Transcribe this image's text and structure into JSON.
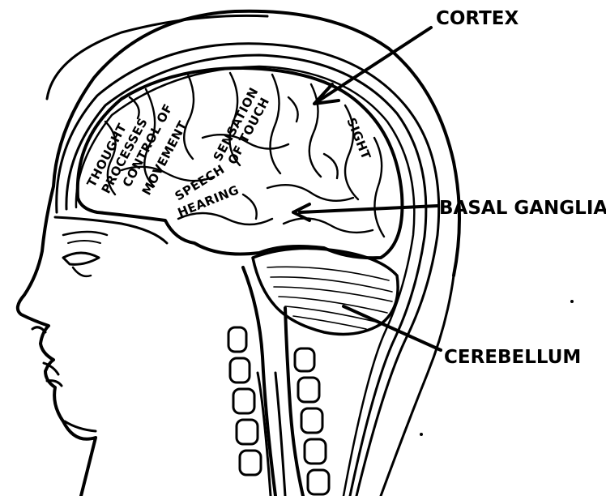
{
  "labels": {
    "cortex": "CORTEX",
    "basal_ganglia": "BASAL GANGLIA",
    "cerebellum": "CEREBELLUM"
  },
  "regions": {
    "thought_line1": "THOUGHT",
    "thought_line2": "PROCESSES",
    "movement_line1": "CONTROL OF",
    "movement_line2": "MOVEMENT",
    "touch_line1": "SENSATION",
    "touch_line2": "OF TOUCH",
    "speech": "SPEECH",
    "hearing": "HEARING",
    "sight": "SIGHT"
  },
  "colors": {
    "ink": "#000000",
    "background": "#ffffff"
  }
}
